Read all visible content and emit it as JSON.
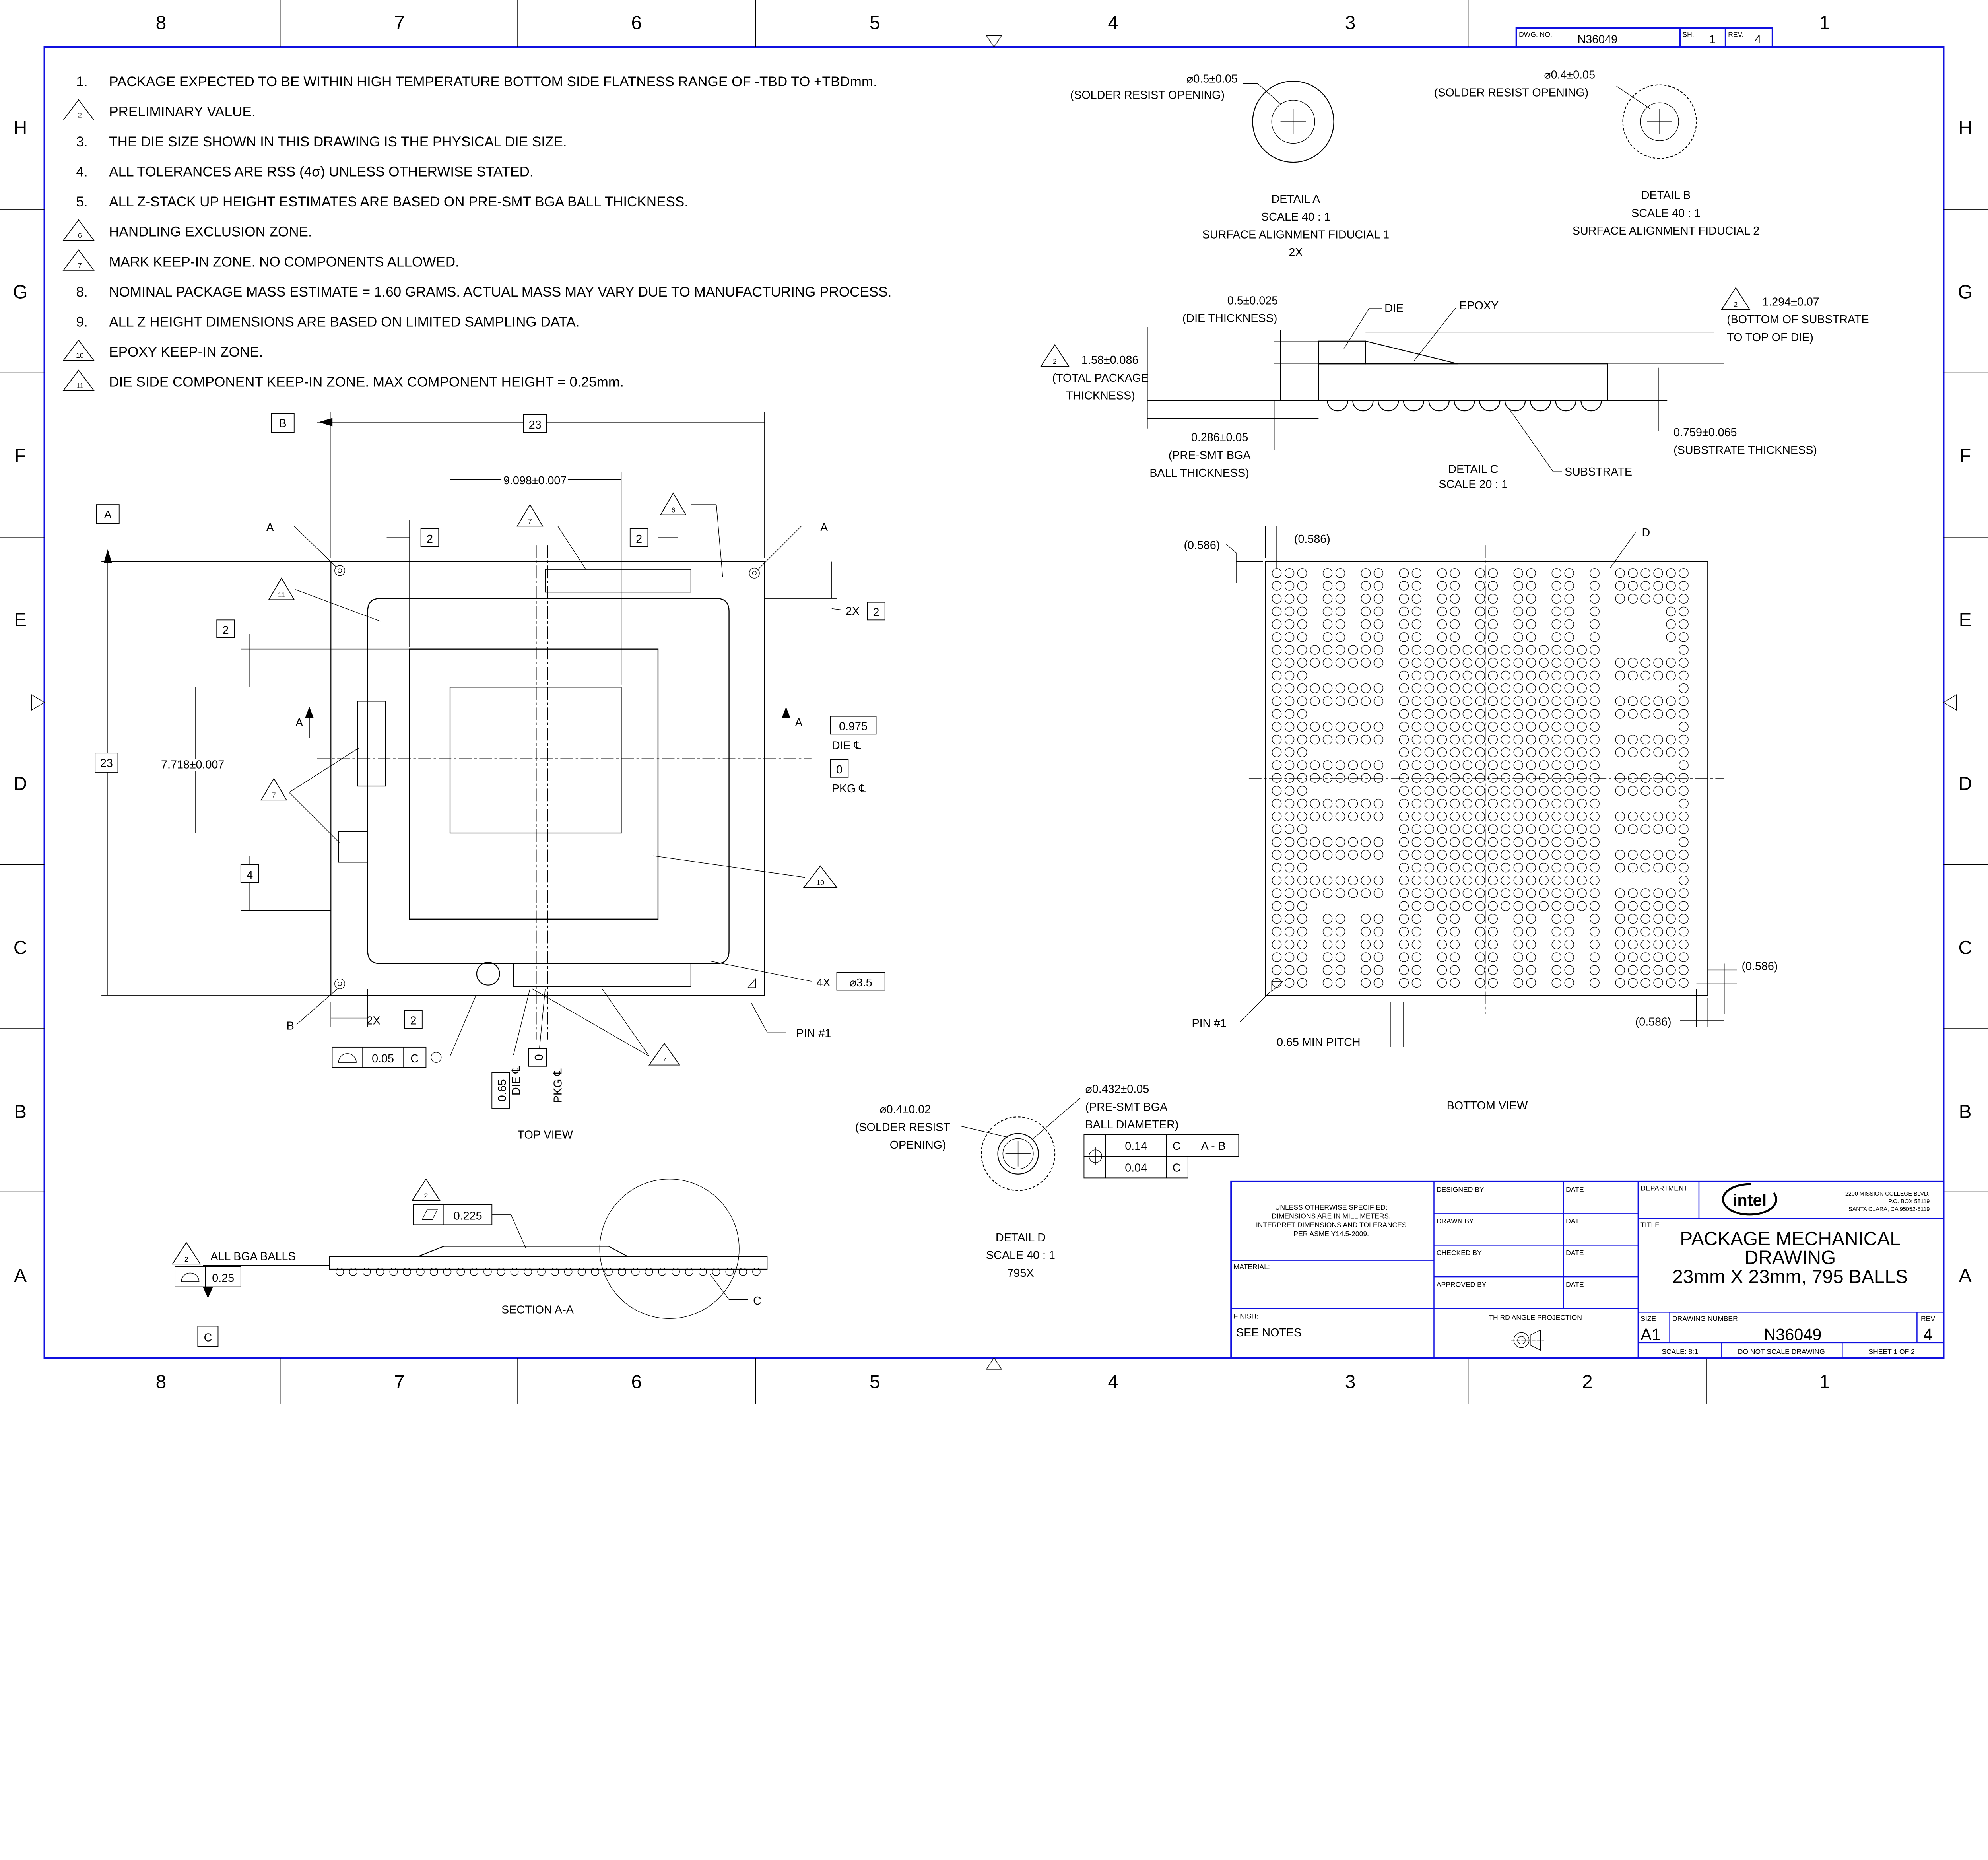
{
  "sheet": {
    "dwg_no_label": "DWG. NO.",
    "dwg_no": "N36049",
    "sh_label": "SH.",
    "sh": "1",
    "rev_label": "REV.",
    "rev": "4"
  },
  "zones": {
    "columns": [
      "8",
      "7",
      "6",
      "5",
      "4",
      "3",
      "2",
      "1"
    ],
    "rows": [
      "H",
      "G",
      "F",
      "E",
      "D",
      "C",
      "B",
      "A"
    ]
  },
  "notes": [
    {
      "num": "1.",
      "text": "PACKAGE EXPECTED TO BE WITHIN HIGH TEMPERATURE BOTTOM SIDE FLATNESS RANGE OF -TBD TO +TBDmm."
    },
    {
      "num": "2",
      "text": "PRELIMINARY VALUE."
    },
    {
      "num": "3.",
      "text": "THE DIE SIZE SHOWN IN THIS DRAWING IS THE PHYSICAL DIE SIZE."
    },
    {
      "num": "4.",
      "text": "ALL TOLERANCES ARE RSS (4σ) UNLESS OTHERWISE STATED."
    },
    {
      "num": "5.",
      "text": "ALL Z-STACK UP HEIGHT ESTIMATES ARE BASED ON PRE-SMT BGA BALL THICKNESS."
    },
    {
      "num": "6",
      "text": "HANDLING EXCLUSION ZONE."
    },
    {
      "num": "7",
      "text": "MARK KEEP-IN ZONE. NO COMPONENTS ALLOWED."
    },
    {
      "num": "8.",
      "text": "NOMINAL PACKAGE MASS ESTIMATE = 1.60 GRAMS. ACTUAL MASS MAY VARY DUE TO MANUFACTURING PROCESS."
    },
    {
      "num": "9.",
      "text": "ALL Z HEIGHT DIMENSIONS ARE BASED ON LIMITED SAMPLING DATA."
    },
    {
      "num": "10",
      "text": "EPOXY KEEP-IN ZONE."
    },
    {
      "num": "11",
      "text": "DIE SIDE COMPONENT KEEP-IN ZONE. MAX COMPONENT HEIGHT = 0.25mm."
    }
  ],
  "top_view": {
    "title": "TOP VIEW",
    "datum_b": "B",
    "dim_23_top": "23",
    "dim_9098": "9.098±0.007",
    "flag_7_top": "7",
    "flag_6": "6",
    "ref_2a": "2",
    "ref_2b": "2",
    "datum_a": "A",
    "dim_23_left": "23",
    "dim_7718": "7.718±0.007",
    "leader_a_left": "A",
    "leader_a_right": "A",
    "flag_11": "11",
    "flag_7_left": "7",
    "ref_2_left": "2",
    "ref_4": "4",
    "section_a_left": "A",
    "section_a_right": "A",
    "dim_0975": "0.975",
    "die_cl": "DIE ℄",
    "dim_0": "0",
    "pkg_cl": "PKG ℄",
    "flag_10": "10",
    "x2_right": "2X",
    "ref_2_right": "2",
    "x4": "4X",
    "dia_35": "⌀3.5",
    "pin1": "PIN #1",
    "leader_b": "B",
    "x2_bottom": "2X",
    "ref_2_bottom": "2",
    "flatness": "0.05",
    "flatness_datum": "C",
    "dim_065": "0.65",
    "die_cl_v": "DIE ℄",
    "dim_0_v": "0",
    "pkg_cl_v": "PKG ℄",
    "flag_7_bottom": "7"
  },
  "section": {
    "title": "SECTION A-A",
    "flag_2": "2",
    "parallel": "0.225",
    "flag_2_balls": "2",
    "all_bga": "ALL BGA BALLS",
    "profile": "0.25",
    "datum_c": "C",
    "detail_c": "C"
  },
  "detail_a": {
    "dia": "⌀0.5±0.05",
    "note": "(SOLDER RESIST OPENING)",
    "title": "DETAIL A",
    "scale": "SCALE 40 : 1",
    "desc": "SURFACE ALIGNMENT FIDUCIAL 1",
    "qty": "2X"
  },
  "detail_b": {
    "dia": "⌀0.4±0.05",
    "note": "(SOLDER RESIST OPENING)",
    "title": "DETAIL B",
    "scale": "SCALE 40 : 1",
    "desc": "SURFACE ALIGNMENT FIDUCIAL 2"
  },
  "detail_c": {
    "die_th": "0.5±0.025",
    "die_th_note": "(DIE THICKNESS)",
    "die": "DIE",
    "epoxy": "EPOXY",
    "flag_2a": "2",
    "sub_top": "1.294±0.07",
    "sub_top_n1": "(BOTTOM OF SUBSTRATE",
    "sub_top_n2": "TO TOP OF DIE)",
    "flag_2b": "2",
    "total": "1.58±0.086",
    "total_n1": "(TOTAL PACKAGE",
    "total_n2": "THICKNESS)",
    "ball": "0.286±0.05",
    "ball_n1": "(PRE-SMT BGA",
    "ball_n2": "BALL THICKNESS)",
    "title": "DETAIL C",
    "scale": "SCALE 20 : 1",
    "substrate": "SUBSTRATE",
    "sub_th": "0.759±0.065",
    "sub_th_note": "(SUBSTRATE THICKNESS)"
  },
  "detail_d": {
    "sro": "⌀0.4±0.02",
    "sro_n1": "(SOLDER RESIST",
    "sro_n2": "OPENING)",
    "ball": "⌀0.432±0.05",
    "ball_n1": "(PRE-SMT BGA",
    "ball_n2": "BALL DIAMETER)",
    "fcf1_val": "0.14",
    "fcf1_d1": "C",
    "fcf1_d2": "A - B",
    "fcf2_val": "0.04",
    "fcf2_d1": "C",
    "title": "DETAIL D",
    "scale": "SCALE 40 : 1",
    "qty": "795X"
  },
  "bottom_view": {
    "edge_tl_x": "(0.586)",
    "edge_tl_y": "(0.586)",
    "edge_br_x": "(0.586)",
    "edge_br_y": "(0.586)",
    "detail_d": "D",
    "pin1": "PIN #1",
    "pitch": "0.65 MIN PITCH",
    "title": "BOTTOM VIEW"
  },
  "title_block": {
    "unless": [
      "UNLESS OTHERWISE SPECIFIED:",
      "DIMENSIONS ARE IN MILLIMETERS.",
      "INTERPRET DIMENSIONS AND TOLERANCES",
      "PER ASME Y14.5-2009."
    ],
    "material": "MATERIAL:",
    "finish": "FINISH:",
    "finish_value": "SEE NOTES",
    "designed": "DESIGNED BY",
    "drawn": "DRAWN BY",
    "checked": "CHECKED BY",
    "approved": "APPROVED BY",
    "date": "DATE",
    "projection": "THIRD ANGLE PROJECTION",
    "department": "DEPARTMENT",
    "logo": "intel",
    "address": [
      "2200 MISSION COLLEGE BLVD.",
      "P.O. BOX 58119",
      "SANTA CLARA, CA 95052-8119"
    ],
    "title_label": "TITLE",
    "title": [
      "PACKAGE MECHANICAL",
      "DRAWING",
      "23mm X 23mm, 795 BALLS"
    ],
    "size_label": "SIZE",
    "size": "A1",
    "dwg_label": "DRAWING NUMBER",
    "dwg": "N36049",
    "rev_label": "REV",
    "rev": "4",
    "scale": "SCALE:  8:1",
    "no_scale": "DO NOT SCALE DRAWING",
    "sheet": "SHEET  1  OF  2"
  }
}
